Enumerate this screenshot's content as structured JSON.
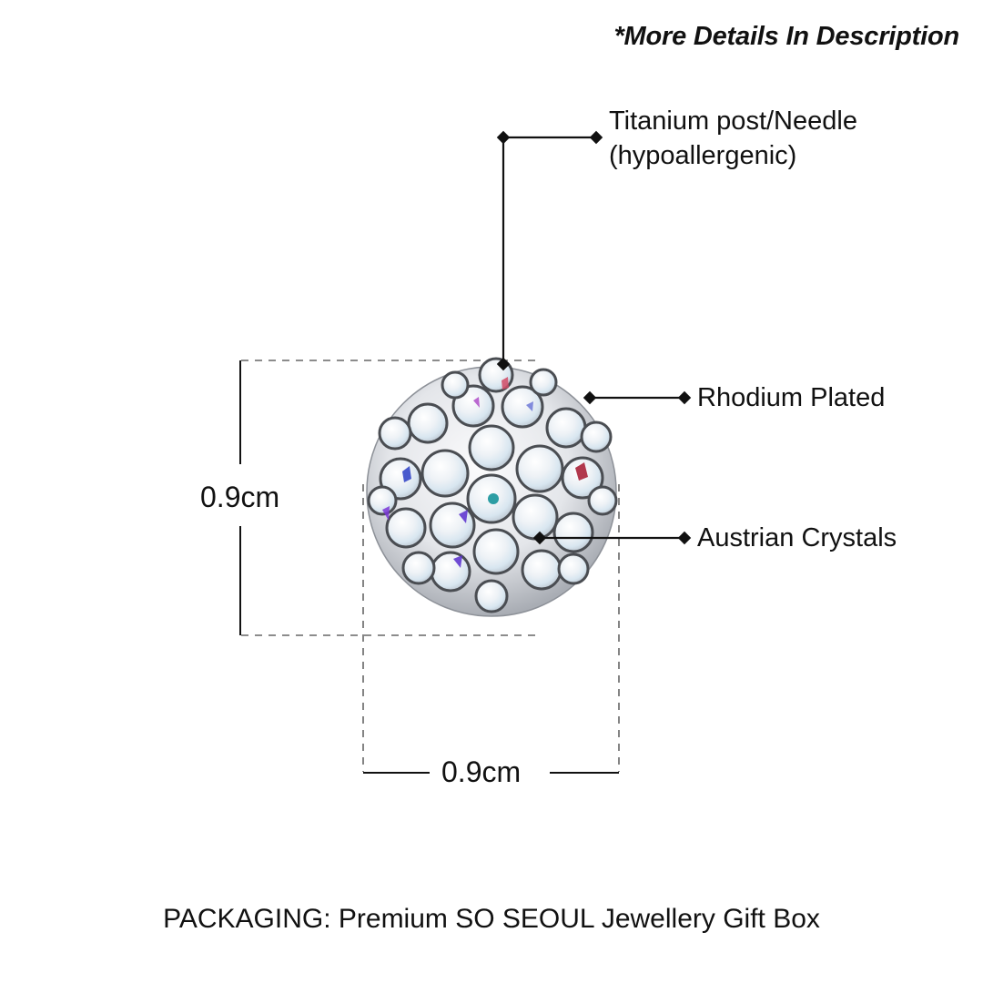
{
  "header": {
    "note": "*More Details In Description"
  },
  "product": {
    "name": "Crystal ball stud earring",
    "image": "crystal-ball-stud"
  },
  "callouts": [
    {
      "id": "post",
      "lines": [
        "Titanium post/Needle",
        "(hypoallergenic)"
      ]
    },
    {
      "id": "plating",
      "lines": [
        "Rhodium Plated"
      ]
    },
    {
      "id": "stones",
      "lines": [
        "Austrian Crystals"
      ]
    }
  ],
  "dimensions": {
    "height": "0.9cm",
    "width": "0.9cm"
  },
  "footer": {
    "packaging": "PACKAGING: Premium SO SEOUL Jewellery Gift Box"
  },
  "colors": {
    "ink": "#111111",
    "dash": "#666666",
    "metal": "#c9ccd1"
  }
}
